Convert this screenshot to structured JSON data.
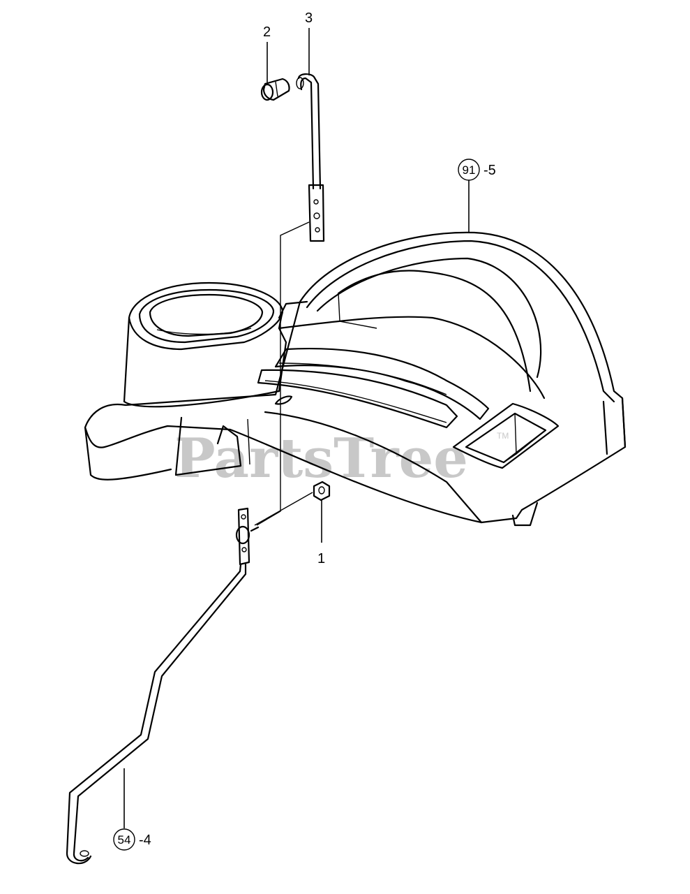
{
  "watermark": {
    "text": "PartsTree",
    "trademark": "TM"
  },
  "callouts": {
    "part_1": {
      "label": "1"
    },
    "part_2": {
      "label": "2"
    },
    "part_3": {
      "label": "3"
    },
    "part_4": {
      "ref": "54",
      "suffix": "-4"
    },
    "part_5": {
      "ref": "91",
      "suffix": "-5"
    }
  }
}
